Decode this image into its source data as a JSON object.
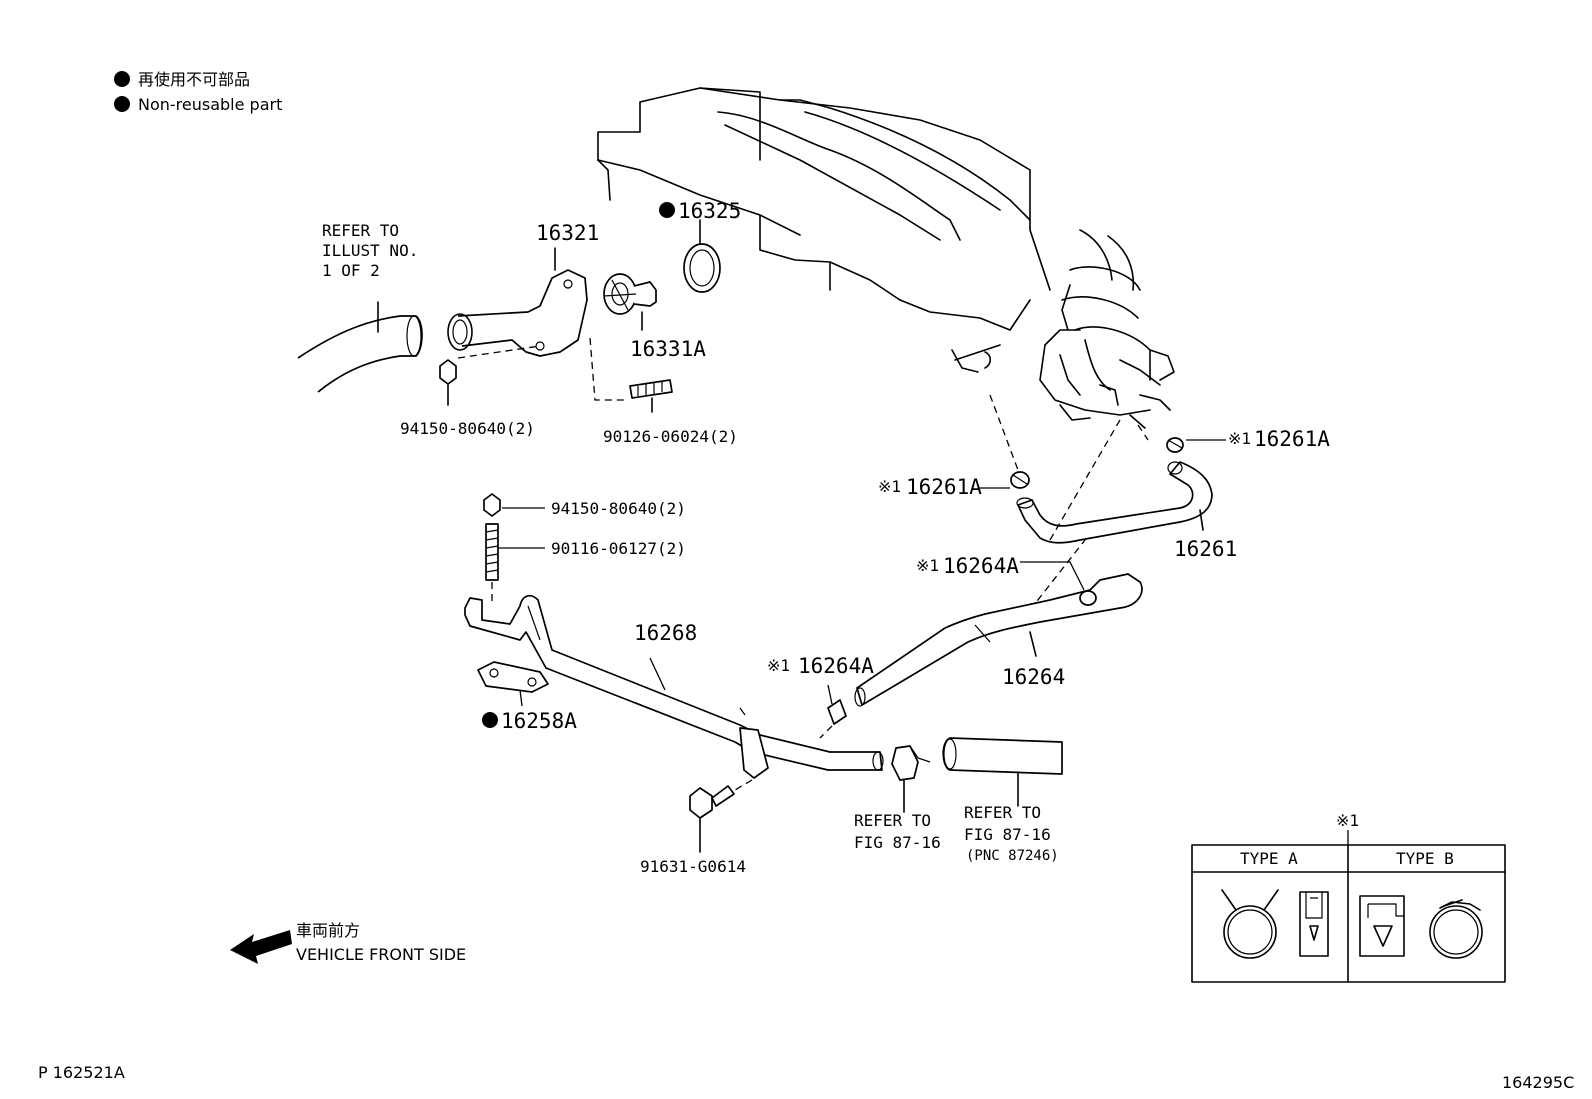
{
  "legend": {
    "line1": "再使用不可部品",
    "line2": "Non-reusable part"
  },
  "parts": {
    "p16321": "16321",
    "p16325": "16325",
    "p16331A": "16331A",
    "p94150_top": "94150-80640(2)",
    "p90126": "90126-06024(2)",
    "p94150_mid": "94150-80640(2)",
    "p90116": "90116-06127(2)",
    "p16268": "16268",
    "p16258A": "16258A",
    "p91631": "91631-G0614",
    "p16261A_right": "16261A",
    "p16261A_left": "16261A",
    "p16261": "16261",
    "p16264A_upper": "16264A",
    "p16264A_lower": "16264A",
    "p16264": "16264"
  },
  "marks": {
    "note_mark": "※1",
    "bullet": "●"
  },
  "refs": {
    "illust_l1": "REFER TO",
    "illust_l2": "ILLUST NO.",
    "illust_l3": "1 OF 2",
    "fig1_l1": "REFER TO",
    "fig1_l2": "FIG 87-16",
    "fig2_l1": "REFER TO",
    "fig2_l2": "FIG 87-16",
    "fig2_l3": "(PNC 87246)"
  },
  "front": {
    "jp": "車両前方",
    "en": "VEHICLE FRONT SIDE"
  },
  "type_box": {
    "mark": "※1",
    "type_a": "TYPE A",
    "type_b": "TYPE B"
  },
  "footer": {
    "left": "P 162521A",
    "right": "164295C"
  }
}
